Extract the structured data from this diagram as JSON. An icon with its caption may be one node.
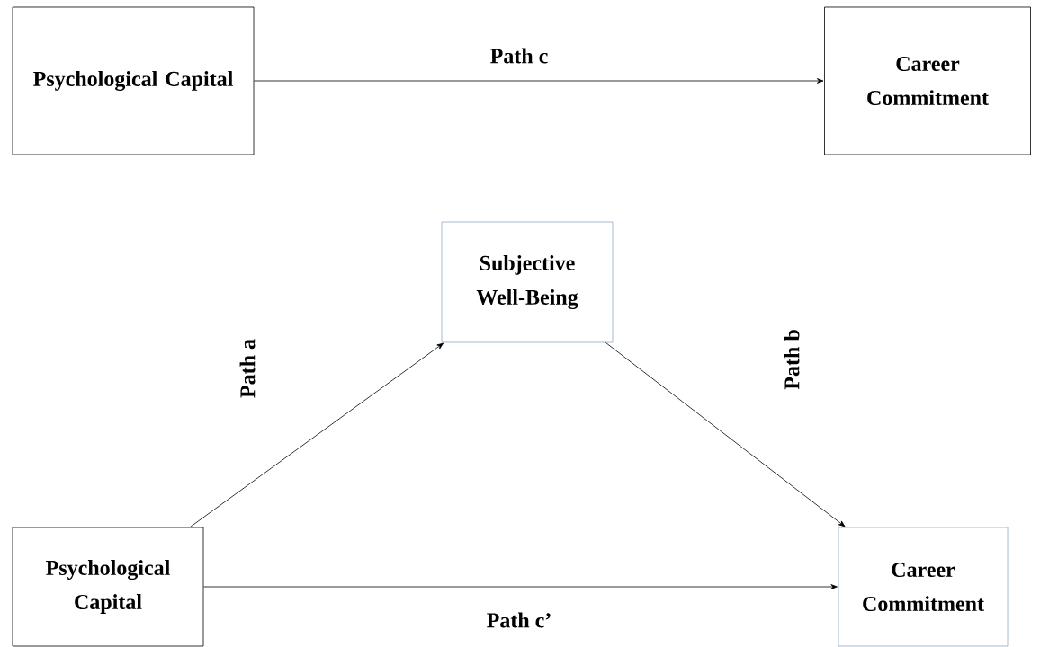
{
  "diagram": {
    "nodes": [
      {
        "text": [
          "Psychological Capital"
        ]
      },
      {
        "text": [
          "Career Commitment"
        ]
      },
      {
        "text": [
          "Subjective Well-Being"
        ]
      },
      {
        "text": [
          "Psychological Capital"
        ]
      },
      {
        "text": [
          "Career Commitment"
        ]
      }
    ],
    "edges": [
      {
        "from": 0,
        "to": 1,
        "arrow": "to",
        "label": "Path c"
      },
      {
        "from": 3,
        "to": 2,
        "arrow": "to",
        "label": "Path a"
      },
      {
        "from": 2,
        "to": 4,
        "arrow": "to",
        "label": "Path b"
      },
      {
        "from": 3,
        "to": 4,
        "arrow": "to",
        "label": "Path c’"
      }
    ]
  }
}
